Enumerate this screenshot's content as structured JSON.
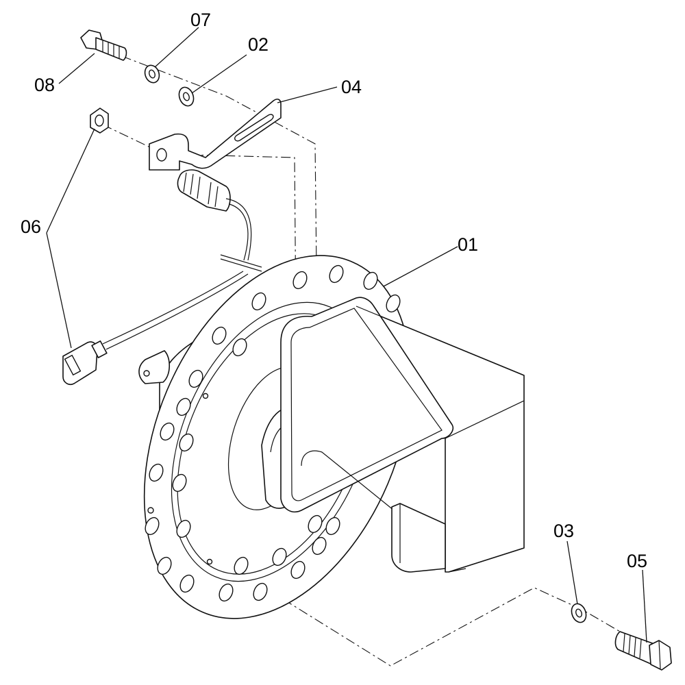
{
  "callouts": {
    "p01": "01",
    "p02": "02",
    "p03": "03",
    "p04": "04",
    "p05": "05",
    "p06": "06",
    "p07": "07",
    "p08": "08"
  },
  "colors": {
    "line": "#111111",
    "background": "#ffffff"
  }
}
